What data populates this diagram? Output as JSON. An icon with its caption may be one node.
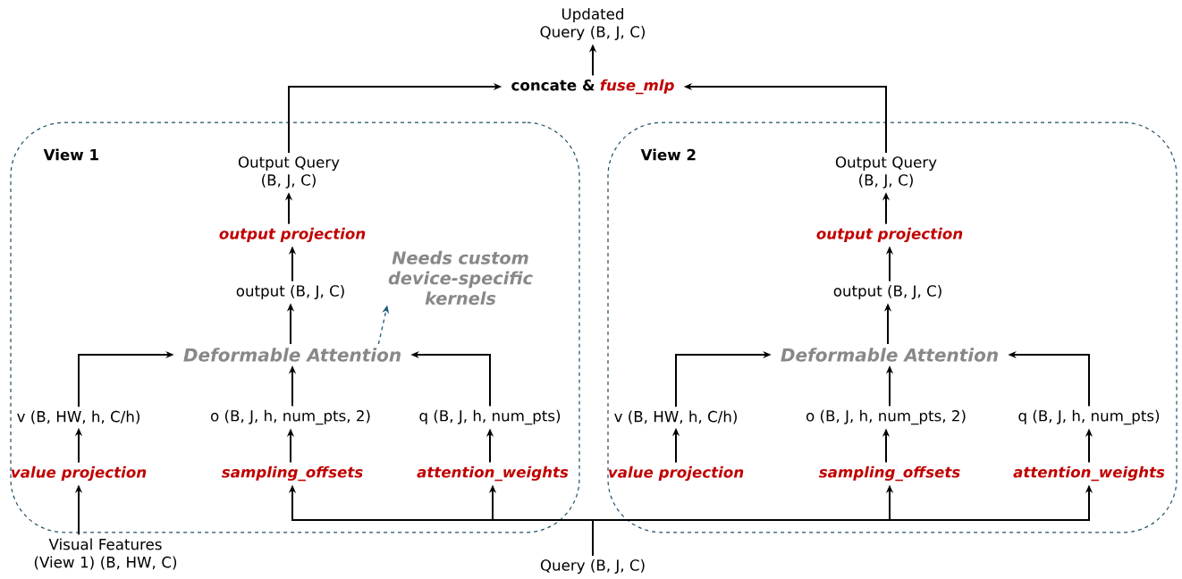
{
  "diagram": {
    "nodes": [
      {
        "text": [
          "Updated Query (B, J, C)"
        ]
      },
      {
        "text": [
          "concate &",
          "fuse_mlp"
        ]
      },
      {
        "text": [
          "View 1"
        ]
      },
      {
        "text": [
          "Output Query (B, J, C)"
        ],
        "in": 2
      },
      {
        "text": [
          "output projection"
        ],
        "in": 2
      },
      {
        "text": [
          "output (B, J, C)"
        ],
        "in": 2
      },
      {
        "text": [
          "Deformable Attention"
        ],
        "in": 2
      },
      {
        "text": [
          "Needs custom device-specific kernels"
        ],
        "in": 2
      },
      {
        "text": [
          "v (B, HW, h, C/h)"
        ],
        "in": 2
      },
      {
        "text": [
          "o (B, J, h, num_pts, 2)"
        ],
        "in": 2
      },
      {
        "text": [
          "q (B, J, h, num_pts)"
        ],
        "in": 2
      },
      {
        "text": [
          "value projection"
        ],
        "in": 2
      },
      {
        "text": [
          "sampling_offsets"
        ],
        "in": 2
      },
      {
        "text": [
          "attention_weights"
        ],
        "in": 2
      },
      {
        "text": [
          "Visual Features (View 1) (B, HW, C)"
        ]
      },
      {
        "text": [
          "View 2"
        ]
      },
      {
        "text": [
          "Output Query (B, J, C)"
        ],
        "in": 15
      },
      {
        "text": [
          "output projection"
        ],
        "in": 15
      },
      {
        "text": [
          "output (B, J, C)"
        ],
        "in": 15
      },
      {
        "text": [
          "Deformable Attention"
        ],
        "in": 15
      },
      {
        "text": [
          "v (B, HW, h, C/h)"
        ],
        "in": 15
      },
      {
        "text": [
          "o (B, J, h, num_pts, 2)"
        ],
        "in": 15
      },
      {
        "text": [
          "q (B, J, h, num_pts)"
        ],
        "in": 15
      },
      {
        "text": [
          "value projection"
        ],
        "in": 15
      },
      {
        "text": [
          "sampling_offsets"
        ],
        "in": 15
      },
      {
        "text": [
          "attention_weights"
        ],
        "in": 15
      },
      {
        "text": [
          "Query (B, J, C)"
        ]
      }
    ],
    "edges": [
      {
        "from": 1,
        "to": 0,
        "arrow": "to"
      },
      {
        "from": 3,
        "to": 1,
        "arrow": "to"
      },
      {
        "from": 16,
        "to": 1,
        "arrow": "to"
      },
      {
        "from": 4,
        "to": 3,
        "arrow": "to"
      },
      {
        "from": 5,
        "to": 4,
        "arrow": "to"
      },
      {
        "from": 6,
        "to": 5,
        "arrow": "to"
      },
      {
        "from": 6,
        "to": 7,
        "arrow": "to",
        "style": "dashed",
        "color": "#1f5b7a"
      },
      {
        "from": 8,
        "to": 6,
        "arrow": "to"
      },
      {
        "from": 9,
        "to": 6,
        "arrow": "to"
      },
      {
        "from": 10,
        "to": 6,
        "arrow": "to"
      },
      {
        "from": 11,
        "to": 8,
        "arrow": "to"
      },
      {
        "from": 12,
        "to": 9,
        "arrow": "to"
      },
      {
        "from": 13,
        "to": 10,
        "arrow": "to"
      },
      {
        "from": 14,
        "to": 11,
        "arrow": "to"
      },
      {
        "from": 17,
        "to": 16,
        "arrow": "to"
      },
      {
        "from": 18,
        "to": 17,
        "arrow": "to"
      },
      {
        "from": 19,
        "to": 18,
        "arrow": "to"
      },
      {
        "from": 20,
        "to": 19,
        "arrow": "to"
      },
      {
        "from": 21,
        "to": 19,
        "arrow": "to"
      },
      {
        "from": 22,
        "to": 19,
        "arrow": "to"
      },
      {
        "from": 23,
        "to": 20,
        "arrow": "to"
      },
      {
        "from": 24,
        "to": 21,
        "arrow": "to"
      },
      {
        "from": 25,
        "to": 22,
        "arrow": "to"
      },
      {
        "from": 26,
        "to": 12,
        "arrow": "to"
      },
      {
        "from": 26,
        "to": 13,
        "arrow": "to"
      },
      {
        "from": 26,
        "to": 24,
        "arrow": "to"
      },
      {
        "from": 26,
        "to": 25,
        "arrow": "to"
      }
    ]
  }
}
